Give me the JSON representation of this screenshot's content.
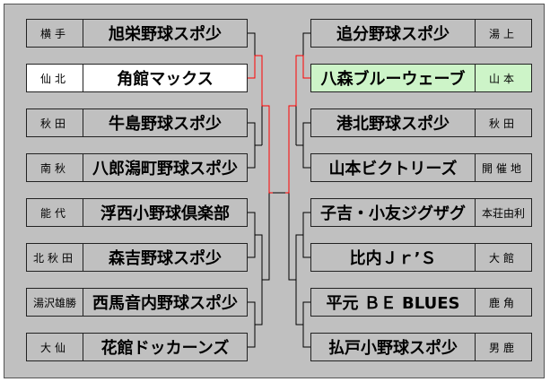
{
  "left_teams": [
    {
      "region": "横手",
      "name": "旭栄野球スポ少"
    },
    {
      "region": "仙北",
      "name": "角館マックス"
    },
    {
      "region": "秋田",
      "name": "牛島野球スポ少"
    },
    {
      "region": "南秋",
      "name": "八郎潟町野球スポ少"
    },
    {
      "region": "能代",
      "name": "浮西小野球倶楽部"
    },
    {
      "region": "北秋田",
      "name": "森吉野球スポ少"
    },
    {
      "region": "湯沢雄勝",
      "name": "西馬音内野球スポ少"
    },
    {
      "region": "大仙",
      "name": "花館ドッカーンズ"
    }
  ],
  "right_teams": [
    {
      "region": "湯上",
      "name": "追分野球スポ少"
    },
    {
      "region": "山本",
      "name": "八森ブルーウェーブ"
    },
    {
      "region": "秋田",
      "name": "港北野球スポ少"
    },
    {
      "region": "開催地",
      "name": "山本ビクトリーズ"
    },
    {
      "region": "本荘由利",
      "name": "子吉・小友ジグザグ"
    },
    {
      "region": "大館",
      "name": "比内Ｊｒ’Ｓ"
    },
    {
      "region": "鹿角",
      "name": "平元 ＢＥ BLUES"
    },
    {
      "region": "男鹿",
      "name": "払戸小野球スポ少"
    }
  ],
  "colors": {
    "background": "#c0c0c0",
    "line": "#000000",
    "winner_line": "#ff0000",
    "left_winner_fill": "#ffffff",
    "right_winner_fill": "#cdf4c8"
  }
}
